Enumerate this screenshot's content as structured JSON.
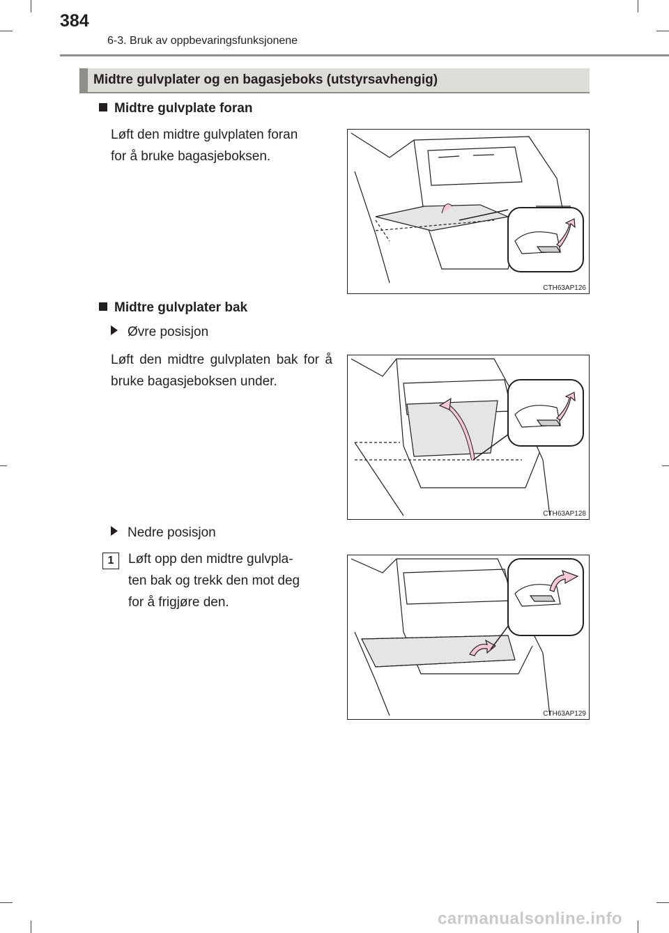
{
  "header": {
    "page_number": "384",
    "chapter": "6-3. Bruk av oppbevaringsfunksjonene"
  },
  "section": {
    "title": "Midtre gulvplater og en bagasjeboks (utstyrsavhengig)"
  },
  "front_panel": {
    "heading": "Midtre gulvplate foran",
    "text_line1": "Løft den midtre gulvplaten foran",
    "text_line2": "for å bruke bagasjeboksen.",
    "figure_code": "CTH63AP126"
  },
  "rear_panels": {
    "heading": "Midtre gulvplater bak",
    "upper": {
      "label": "Øvre posisjon",
      "text": "Løft den midtre gulvplaten bak for å bruke bagasjeboksen under.",
      "figure_code": "CTH63AP128"
    },
    "lower": {
      "label": "Nedre posisjon",
      "step_number": "1",
      "text_line1": "Løft opp den midtre gulvpla-",
      "text_line2": "ten bak og trekk den mot deg",
      "text_line3": "for å frigjøre den.",
      "figure_code": "CTH63AP129"
    }
  },
  "colors": {
    "arrow_fill": "#f6c7d4",
    "section_bar": "#dcddd9",
    "section_accent": "#8e8f8a"
  },
  "watermark": "carmanualsonline.info"
}
